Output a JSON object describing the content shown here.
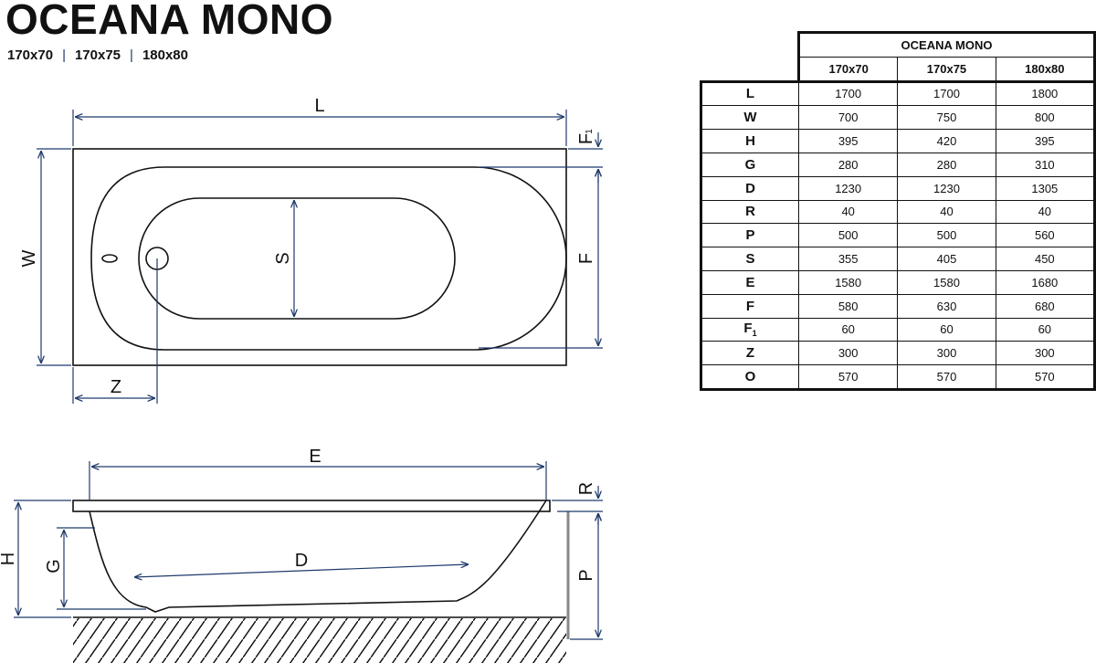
{
  "title": "OCEANA MONO",
  "sizes": [
    "170x70",
    "170x75",
    "180x80"
  ],
  "dimension_labels": {
    "L": "L",
    "W": "W",
    "S": "S",
    "F": "F",
    "F1": "F",
    "F1_sub": "1",
    "Z": "Z",
    "E": "E",
    "R": "R",
    "H": "H",
    "G": "G",
    "D": "D",
    "P": "P"
  },
  "table": {
    "title": "OCEANA MONO",
    "columns": [
      "170x70",
      "170x75",
      "180x80"
    ],
    "rows": [
      {
        "label": "L",
        "values": [
          "1700",
          "1700",
          "1800"
        ]
      },
      {
        "label": "W",
        "values": [
          "700",
          "750",
          "800"
        ]
      },
      {
        "label": "H",
        "values": [
          "395",
          "420",
          "395"
        ]
      },
      {
        "label": "G",
        "values": [
          "280",
          "280",
          "310"
        ]
      },
      {
        "label": "D",
        "values": [
          "1230",
          "1230",
          "1305"
        ]
      },
      {
        "label": "R",
        "values": [
          "40",
          "40",
          "40"
        ]
      },
      {
        "label": "P",
        "values": [
          "500",
          "500",
          "560"
        ]
      },
      {
        "label": "S",
        "values": [
          "355",
          "405",
          "450"
        ]
      },
      {
        "label": "E",
        "values": [
          "1580",
          "1580",
          "1680"
        ]
      },
      {
        "label": "F",
        "values": [
          "580",
          "630",
          "680"
        ]
      },
      {
        "label": "F",
        "sub": "1",
        "values": [
          "60",
          "60",
          "60"
        ]
      },
      {
        "label": "Z",
        "values": [
          "300",
          "300",
          "300"
        ]
      },
      {
        "label": "O",
        "values": [
          "570",
          "570",
          "570"
        ]
      }
    ]
  },
  "colors": {
    "dimension": "#1f3a6b",
    "outline": "#111111"
  }
}
